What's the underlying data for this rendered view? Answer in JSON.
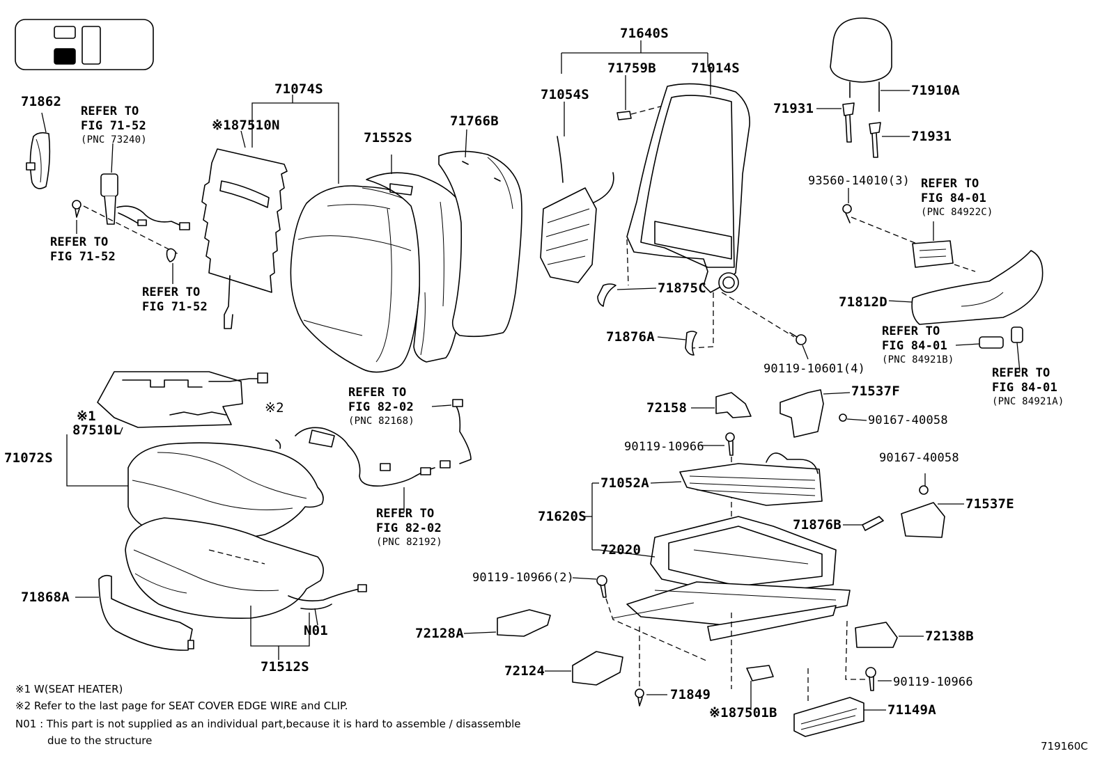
{
  "labels": {
    "p71640S": "71640S",
    "p71759B": "71759B",
    "p71014S": "71014S",
    "p71054S": "71054S",
    "p71862": "71862",
    "p71074S": "71074S",
    "p87510N": "87510N",
    "p71552S": "71552S",
    "p71766B": "71766B",
    "p71931a": "71931",
    "p71910A": "71910A",
    "p71931b": "71931",
    "p93560": "93560-14010(3)",
    "p71875C": "71875C",
    "p71876A": "71876A",
    "p71812D": "71812D",
    "p90119_10601": "90119-10601(4)",
    "p71537F": "71537F",
    "p72158": "72158",
    "p90167a": "90167-40058",
    "p90119_10966a": "90119-10966",
    "p87510L": "87510L",
    "p71072S": "71072S",
    "p90167b": "90167-40058",
    "p71052A": "71052A",
    "p71537E": "71537E",
    "p71620S": "71620S",
    "p71876B": "71876B",
    "p72020": "72020",
    "p90119_10966_2": "90119-10966(2)",
    "p71868A": "71868A",
    "pN01": "N01",
    "p72128A": "72128A",
    "p72138B": "72138B",
    "p72124": "72124",
    "p90119_10966b": "90119-10966",
    "p71512S": "71512S",
    "p71849": "71849",
    "p87501B": "87501B",
    "p71149A": "71149A",
    "mark1a": "※1",
    "mark1b": "※1",
    "mark1c": "※1",
    "mark2": "※2"
  },
  "refs": {
    "r1_l1": "REFER TO",
    "r1_l2": "FIG 71-52",
    "r1_l3": "(PNC 73240)",
    "r2_l1": "REFER TO",
    "r2_l2": "FIG 71-52",
    "r3_l1": "REFER TO",
    "r3_l2": "FIG 71-52",
    "r4_l1": "REFER TO",
    "r4_l2": "FIG 84-01",
    "r4_l3": "(PNC 84922C)",
    "r5_l1": "REFER TO",
    "r5_l2": "FIG 84-01",
    "r5_l3": "(PNC 84921B)",
    "r6_l1": "REFER TO",
    "r6_l2": "FIG 84-01",
    "r6_l3": "(PNC 84921A)",
    "r7_l1": "REFER TO",
    "r7_l2": "FIG 82-02",
    "r7_l3": "(PNC 82168)",
    "r8_l1": "REFER TO",
    "r8_l2": "FIG 82-02",
    "r8_l3": "(PNC 82192)"
  },
  "notes": {
    "n1": "※1  W(SEAT  HEATER)",
    "n2": "※2  Refer to the last page for SEAT COVER EDGE WIRE and CLIP.",
    "n3": "N01 : This part is not supplied as an individual part,because it is hard to assemble / disassemble",
    "n4": "due to the structure"
  },
  "figure_id": "719160C"
}
